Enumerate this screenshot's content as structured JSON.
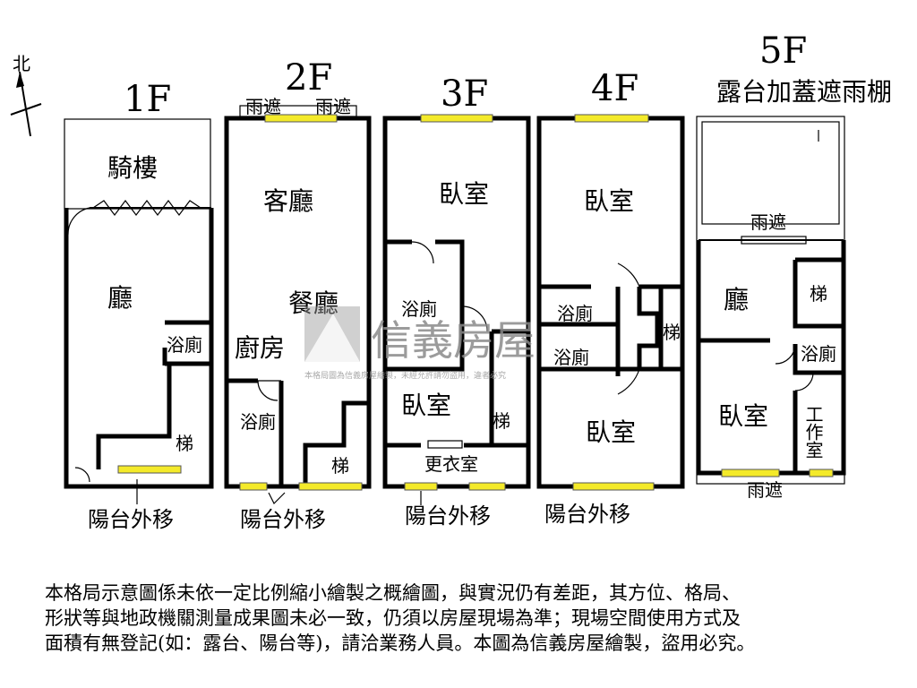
{
  "compass": {
    "label": "北"
  },
  "floors": [
    {
      "label": "1F",
      "rooms": [
        "騎樓",
        "廳",
        "浴廁",
        "梯"
      ],
      "balcony": "陽台外移"
    },
    {
      "label": "2F",
      "rooms": [
        "客廳",
        "餐廳",
        "廚房",
        "浴廁",
        "梯"
      ],
      "awnings": [
        "雨遮",
        "雨遮"
      ],
      "balcony": "陽台外移"
    },
    {
      "label": "3F",
      "rooms": [
        "臥室",
        "浴廁",
        "臥室",
        "梯",
        "更衣室"
      ],
      "balcony": "陽台外移"
    },
    {
      "label": "4F",
      "rooms": [
        "臥室",
        "浴廁",
        "浴廁",
        "梯",
        "臥室"
      ],
      "balcony": "陽台外移"
    },
    {
      "label": "5F",
      "subtitle": "露台加蓋遮雨棚",
      "rooms": [
        "廳",
        "梯",
        "浴廁",
        "臥室",
        "工作室"
      ],
      "awnings": [
        "雨遮",
        "雨遮"
      ]
    }
  ],
  "watermark": {
    "brand": "信義房屋",
    "sub": "本格局圖為信義房屋繪製，未經允許請勿盜用，違者必究"
  },
  "notes": [
    "本格局示意圖係未依一定比例縮小繪製之概繪圖，與實況仍有差距，其方位、格局、",
    "形狀等與地政機關測量成果圖未必一致，仍須以房屋現場為準；現場空間使用方式及",
    "面積有無登記(如：露台、陽台等)，請洽業務人員。本圖為信義房屋繪製，盜用必究。"
  ],
  "colors": {
    "window": "#f4ea2a",
    "wall": "#000000",
    "watermark": "#8a8a8a"
  }
}
